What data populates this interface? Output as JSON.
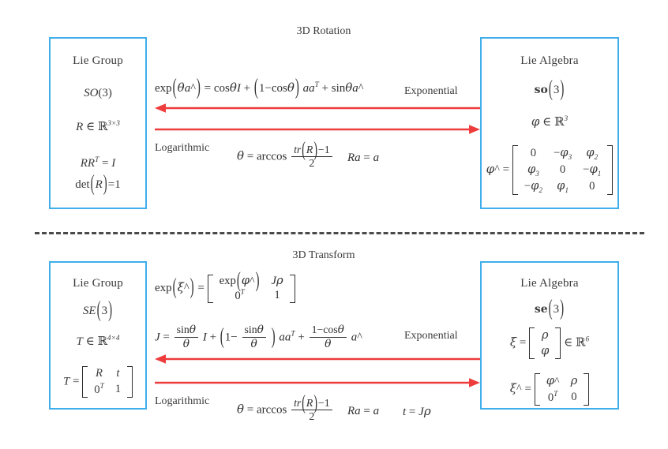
{
  "colors": {
    "box_border": "#3FAEEA",
    "arrow": "#EE3B3B",
    "divider": "#4A4A4A",
    "text": "#3A3A3A"
  },
  "sections": [
    {
      "id": "rotation",
      "title": "3D Rotation",
      "left_box": {
        "title": "Lie Group",
        "lines": [
          "SO(3)",
          "R ∈ ℝ³ˣ³",
          "RRᵀ = I",
          "det(R) = 1"
        ]
      },
      "right_box": {
        "title": "Lie Algebra",
        "lines": [
          "so(3)",
          "ϕ ∈ ℝ³",
          "ϕ^ = [ 0, -ϕ₃, ϕ₂ ; ϕ₃, 0, -ϕ₁ ; -ϕ₂, ϕ₁, 0 ]"
        ],
        "matrix": {
          "label": "ϕ^ =",
          "rows": [
            [
              "0",
              "-ϕ₃",
              "ϕ₂"
            ],
            [
              "ϕ₃",
              "0",
              "-ϕ₁"
            ],
            [
              "-ϕ₂",
              "ϕ₁",
              "0"
            ]
          ]
        }
      },
      "exponential": {
        "label": "Exponential",
        "formula": "exp(θa^) = cosθI + (1 - cosθ)aaᵀ + sinθa^",
        "direction": "right-to-left"
      },
      "logarithmic": {
        "label": "Logarithmic",
        "formula_theta": "θ = arccos (tr(R) - 1)/2",
        "formula_axis": "Ra = a",
        "direction": "left-to-right"
      }
    },
    {
      "id": "transform",
      "title": "3D Transform",
      "left_box": {
        "title": "Lie Group",
        "lines": [
          "SE(3)",
          "T ∈ ℝ⁴ˣ⁴",
          "T = [ R, t ; 0ᵀ, 1 ]"
        ],
        "matrix": {
          "label": "T =",
          "rows": [
            [
              "R",
              "t"
            ],
            [
              "0ᵀ",
              "1"
            ]
          ]
        }
      },
      "right_box": {
        "title": "Lie Algebra",
        "lines": [
          "se(3)",
          "ξ = [ρ ; ϕ] ∈ ℝ⁶",
          "ξ^ = [ ϕ^, ρ ; 0ᵀ, 0 ]"
        ],
        "xi_matrix": {
          "label": "ξ =",
          "rows": [
            [
              "ρ"
            ],
            [
              "ϕ"
            ]
          ],
          "suffix": "∈ ℝ⁶"
        },
        "xi_hat_matrix": {
          "label": "ξ^ =",
          "rows": [
            [
              "ϕ^",
              "ρ"
            ],
            [
              "0ᵀ",
              "0"
            ]
          ]
        }
      },
      "exponential": {
        "label": "Exponential",
        "formula_exp": "exp(ξ^) = [ exp(ϕ^), Jρ ; 0ᵀ, 1 ]",
        "formula_J": "J = (sinθ/θ)I + (1 - sinθ/θ)aaᵀ + ((1 - cosθ)/θ)a^",
        "direction": "right-to-left"
      },
      "logarithmic": {
        "label": "Logarithmic",
        "formula_theta": "θ = arccos (tr(R) - 1)/2",
        "formula_axis": "Ra = a",
        "formula_t": "t = Jρ",
        "direction": "left-to-right"
      }
    }
  ]
}
